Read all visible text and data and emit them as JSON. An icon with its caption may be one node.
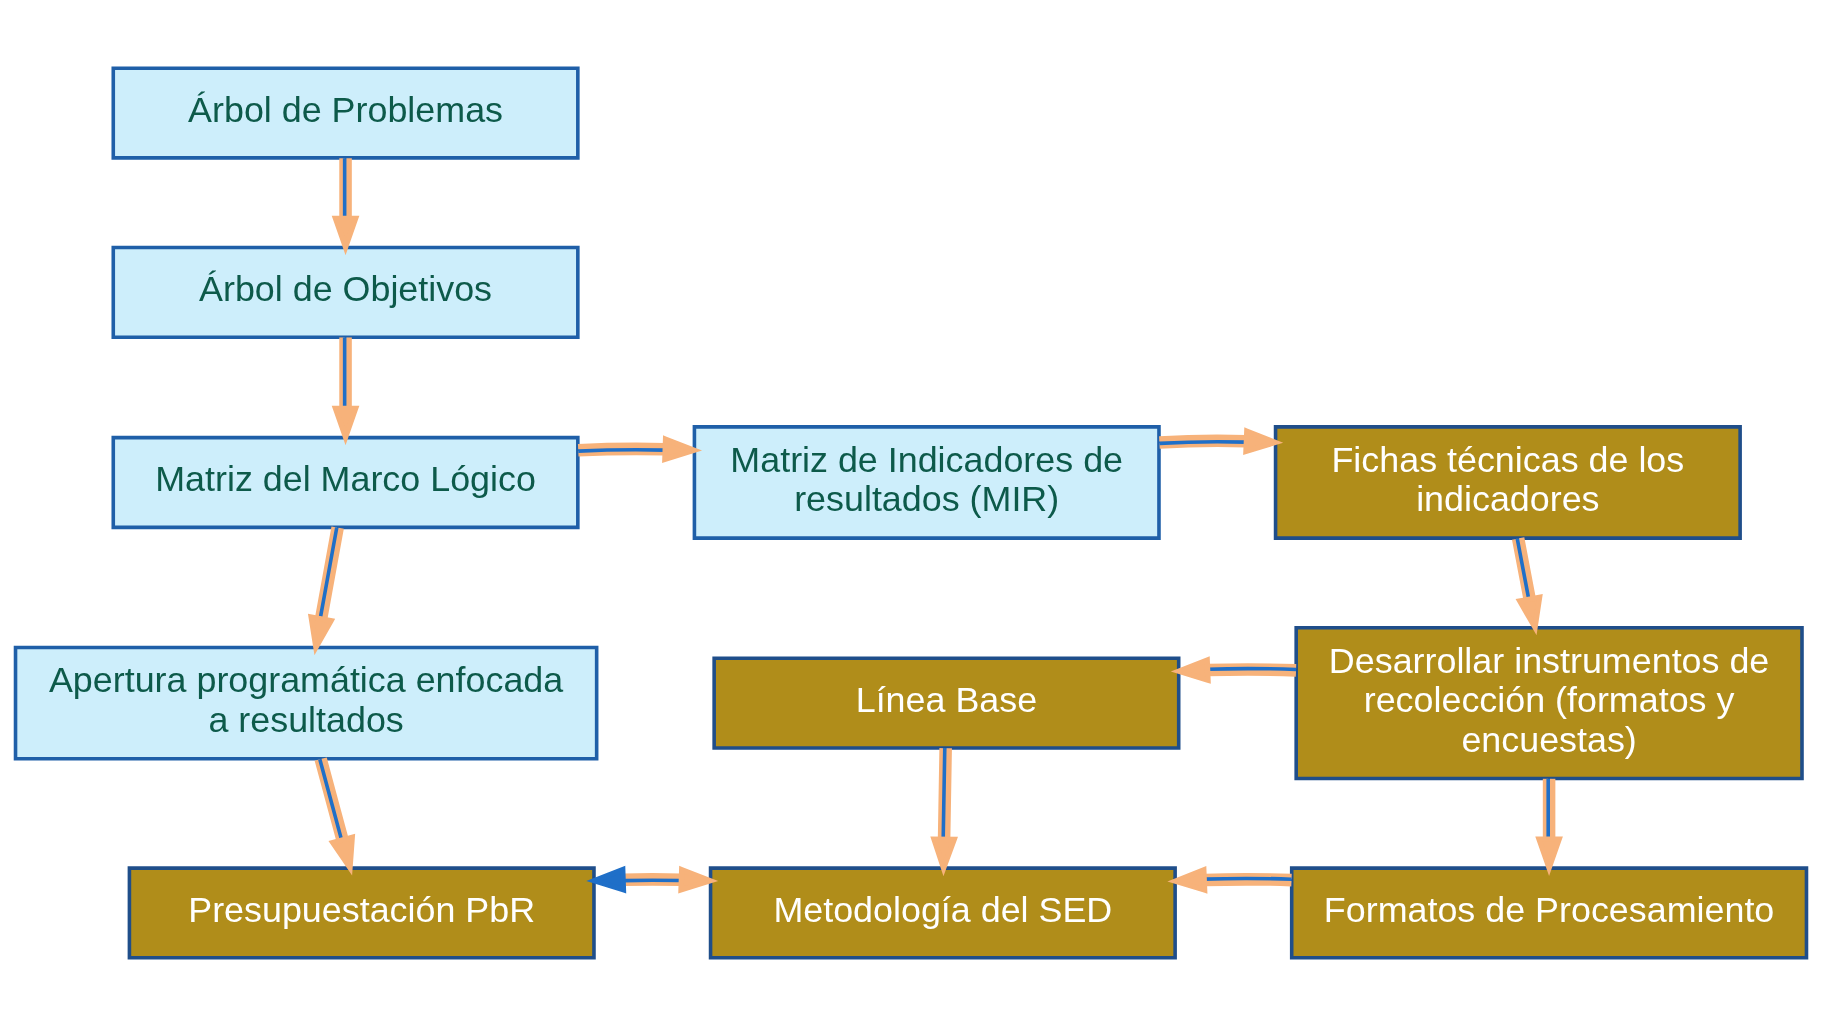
{
  "diagram": {
    "nodes": [
      {
        "text": [
          "Árbol de Problemas"
        ]
      },
      {
        "text": [
          "Árbol de Objetivos"
        ]
      },
      {
        "text": [
          "Matriz del Marco Lógico"
        ]
      },
      {
        "text": [
          "Matriz de Indicadores de resultados (MIR)"
        ]
      },
      {
        "text": [
          "Fichas técnicas de los indicadores"
        ]
      },
      {
        "text": [
          "Apertura programática enfocada a resultados"
        ]
      },
      {
        "text": [
          "Línea Base"
        ]
      },
      {
        "text": [
          "Desarrollar instrumentos de recolección (formatos y encuestas)"
        ]
      },
      {
        "text": [
          "Presupuestación PbR"
        ]
      },
      {
        "text": [
          "Metodología del SED"
        ]
      },
      {
        "text": [
          "Formatos de Procesamiento"
        ]
      }
    ],
    "edges": [
      {
        "from": 0,
        "to": 1,
        "arrow": "to"
      },
      {
        "from": 1,
        "to": 2,
        "arrow": "to"
      },
      {
        "from": 2,
        "to": 3,
        "arrow": "to"
      },
      {
        "from": 3,
        "to": 4,
        "arrow": "to"
      },
      {
        "from": 2,
        "to": 5,
        "arrow": "to"
      },
      {
        "from": 4,
        "to": 7,
        "arrow": "to"
      },
      {
        "from": 7,
        "to": 6,
        "arrow": "to"
      },
      {
        "from": 7,
        "to": 10,
        "arrow": "to"
      },
      {
        "from": 5,
        "to": 8,
        "arrow": "to"
      },
      {
        "from": 6,
        "to": 9,
        "arrow": "to"
      },
      {
        "from": 10,
        "to": 9,
        "arrow": "to"
      },
      {
        "from": 8,
        "to": 9,
        "arrow": "both"
      }
    ]
  }
}
